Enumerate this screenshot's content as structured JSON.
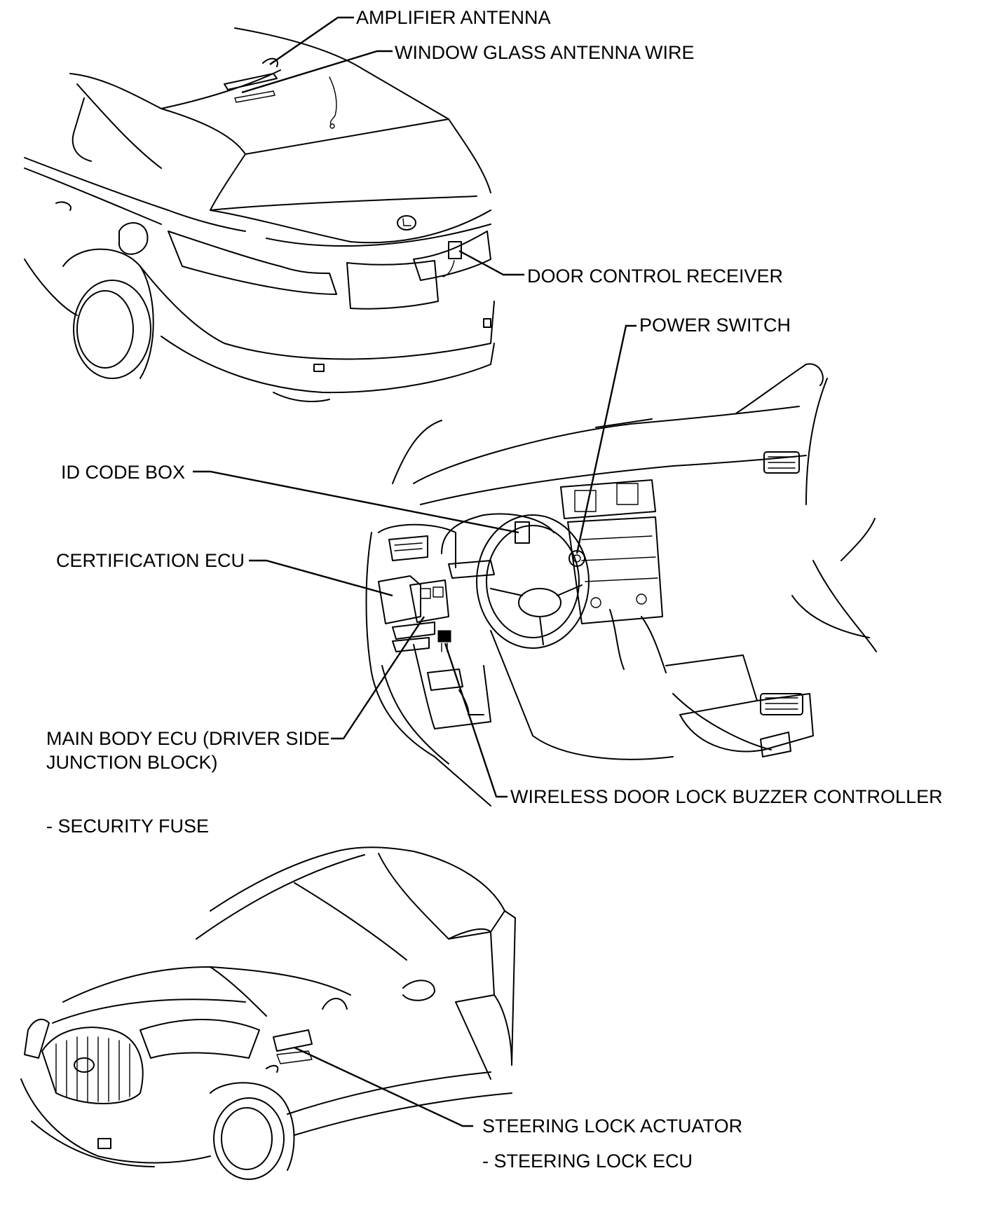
{
  "labels": {
    "amplifier_antenna": "AMPLIFIER ANTENNA",
    "window_glass_antenna_wire": "WINDOW GLASS ANTENNA WIRE",
    "door_control_receiver": "DOOR CONTROL RECEIVER",
    "power_switch": "POWER SWITCH",
    "id_code_box": "ID CODE BOX",
    "certification_ecu": "CERTIFICATION ECU",
    "main_body_ecu_line1": "MAIN BODY ECU (DRIVER SIDE",
    "main_body_ecu_line2": "JUNCTION BLOCK)",
    "security_fuse": "- SECURITY FUSE",
    "wireless_door_lock_buzzer_controller": "WIRELESS DOOR LOCK BUZZER CONTROLLER",
    "steering_lock_actuator": "STEERING LOCK ACTUATOR",
    "steering_lock_ecu": "- STEERING LOCK ECU"
  }
}
